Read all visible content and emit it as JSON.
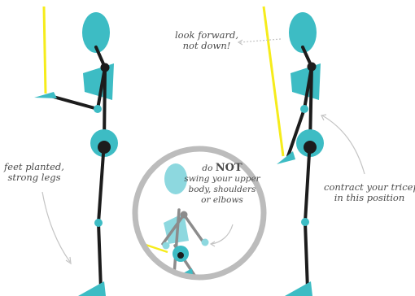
{
  "notes": {
    "look_forward": [
      "look forward,",
      "not down!"
    ],
    "feet_planted": [
      "feet planted,",
      "strong legs"
    ],
    "contract_tricep": [
      "contract your tricep",
      "in this position"
    ],
    "do_not_prefix": "do",
    "do_not_emph": "NOT",
    "do_not_lines": [
      "swing your upper",
      "body, shoulders",
      "or elbows"
    ]
  },
  "colors": {
    "teal": "#3dbcc4",
    "teal_light": "#8dd8df",
    "limb": "#1c1c1c",
    "limb_faded": "#8c8c8c",
    "cable": "#f6ec1b",
    "inset_ring": "#bcbcbc",
    "text": "#4a4a4a",
    "arrow": "#c4c4c4"
  }
}
